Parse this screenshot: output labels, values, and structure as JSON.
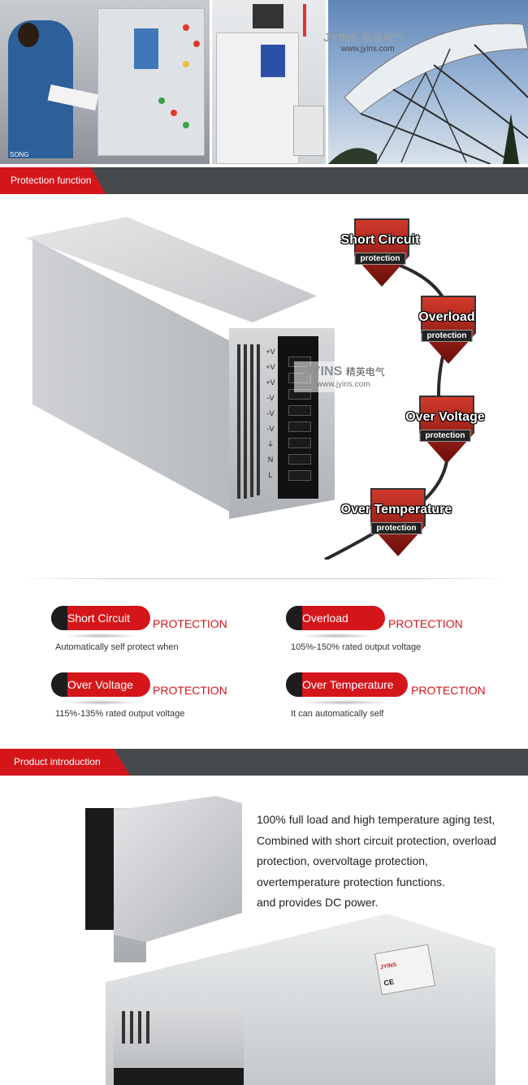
{
  "colors": {
    "accent": "#d4161b",
    "bar": "#474a4d",
    "dark": "#1d1d1d"
  },
  "top_photos": {
    "photo1_caption": "SONG",
    "watermark_brand": "JYINS",
    "watermark_cn": "精英电气",
    "watermark_url": "www.jyins.com"
  },
  "section1": {
    "title": "Protection function"
  },
  "diagram": {
    "watermark_brand": "JYINS",
    "watermark_cn": "精英电气",
    "watermark_url": "www.jyins.com",
    "shields": [
      {
        "title": "Short Circuit",
        "sub": "protection"
      },
      {
        "title": "Overload",
        "sub": "protection"
      },
      {
        "title": "Over Voltage",
        "sub": "protection"
      },
      {
        "title": "Over Temperature",
        "sub": "protection"
      }
    ],
    "terminal_labels": [
      "+V",
      "+V",
      "+V",
      "-V",
      "-V",
      "-V",
      "⏚",
      "N",
      "L"
    ]
  },
  "protections": [
    {
      "label": "Short Circuit",
      "suffix": "PROTECTION",
      "desc": "Automatically self protect when"
    },
    {
      "label": "Overload",
      "suffix": "PROTECTION",
      "desc": "105%-150% rated output voltage"
    },
    {
      "label": "Over Voltage",
      "suffix": "PROTECTION",
      "desc": "115%-135% rated output voltage"
    },
    {
      "label": "Over Temperature",
      "suffix": "PROTECTION",
      "desc": "It can automatically self"
    }
  ],
  "section2": {
    "title": "Product introduction"
  },
  "intro": {
    "lines": [
      "100% full load and high temperature aging test,",
      "Combined with short circuit protection, overload protection, overvoltage protection, overtemperature protection functions.",
      "and provides DC power."
    ],
    "label_brand": "JYINS",
    "label_ce": "CE"
  }
}
